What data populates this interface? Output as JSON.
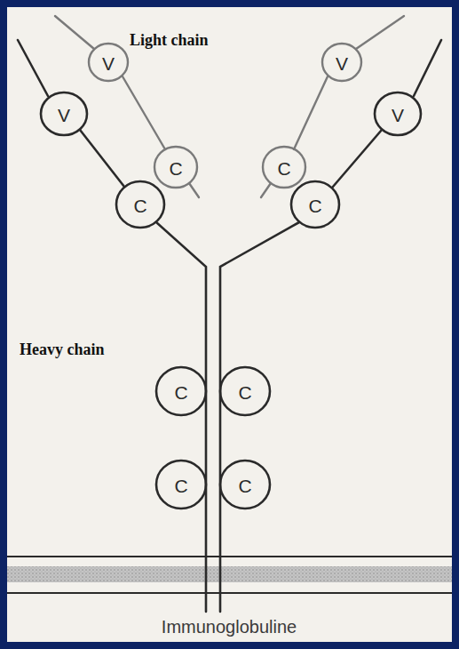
{
  "diagram": {
    "caption": "Immunoglobuline",
    "labels": [
      "Light chain",
      "V",
      "V",
      "V",
      "V",
      "C",
      "C",
      "C",
      "C",
      "Heavy chain",
      "C",
      "C",
      "C",
      "C"
    ]
  }
}
